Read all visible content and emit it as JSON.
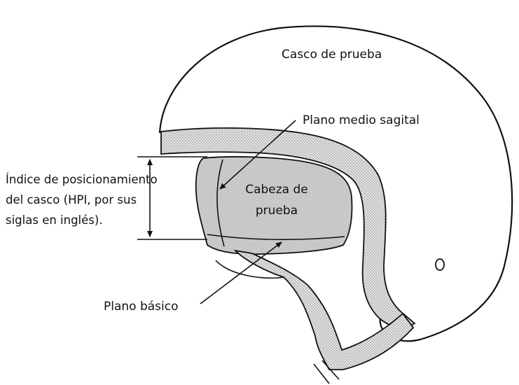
{
  "labels": {
    "test_helmet": "Casco de prueba",
    "midsagittal_plane": "Plano medio sagital",
    "test_head_line1": "Cabeza de",
    "test_head_line2": "prueba",
    "hpi_line1": "Índice de posicionamiento",
    "hpi_line2": "del casco (HPI, por sus",
    "hpi_line3": "siglas en inglés).",
    "basic_plane": "Plano básico"
  },
  "colors": {
    "outline": "#111111",
    "head_fill": "#c9c9c9",
    "padding_fill": "#e2e2e2",
    "background": "#ffffff"
  }
}
